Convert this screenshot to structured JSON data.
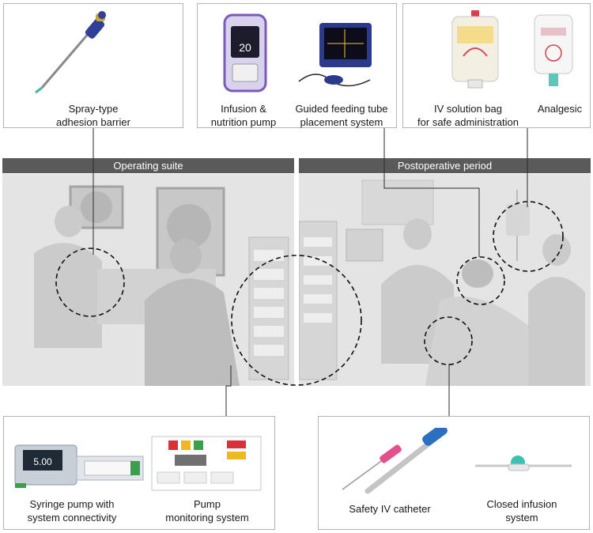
{
  "sections": {
    "operating": "Operating suite",
    "postoperative": "Postoperative period"
  },
  "products": {
    "spray_barrier": "Spray-type\nadhesion barrier",
    "infusion_pump": "Infusion &\nnutrition pump",
    "feeding_tube": "Guided feeding tube\nplacement system",
    "iv_bag": "IV solution bag\nfor safe administration",
    "analgesic": "Analgesic",
    "syringe_pump": "Syringe pump with\nsystem connectivity",
    "pump_monitoring": "Pump\nmonitoring system",
    "iv_catheter": "Safety IV catheter",
    "closed_infusion": "Closed infusion\nsystem"
  },
  "device_screens": {
    "pump_display": "20",
    "syringe_display": "5.00"
  },
  "colors": {
    "band": "#5a5a5a",
    "scene_bg": "#e4e4e4",
    "scene_figure": "#cbcbcb",
    "pump_purple": "#7a5ab8",
    "monitor_navy": "#2c3a8c",
    "catheter_pink": "#e3508c",
    "catheter_blue": "#2a6fc0",
    "closed_teal": "#3fc0b4",
    "syringe_green": "#3b9e4c"
  }
}
